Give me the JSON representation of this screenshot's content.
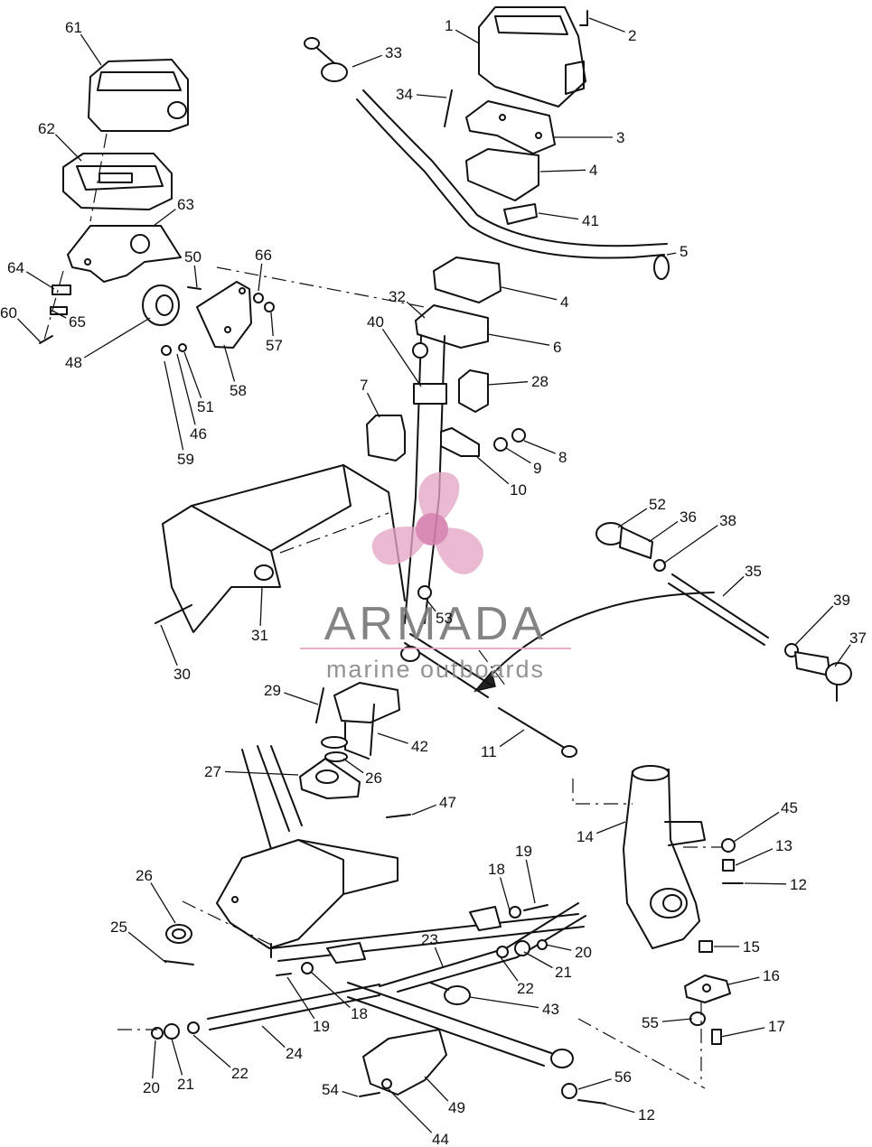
{
  "watermark": {
    "brand": "ARMADA",
    "tagline": "marine outboards",
    "pink": "#e4a6c6",
    "pink_dark": "#d77fae",
    "grey": "#7a7a7a"
  },
  "callouts": [
    {
      "n": "1"
    },
    {
      "n": "2"
    },
    {
      "n": "3"
    },
    {
      "n": "4"
    },
    {
      "n": "4"
    },
    {
      "n": "5"
    },
    {
      "n": "6"
    },
    {
      "n": "7"
    },
    {
      "n": "8"
    },
    {
      "n": "9"
    },
    {
      "n": "10"
    },
    {
      "n": "11"
    },
    {
      "n": "12"
    },
    {
      "n": "12"
    },
    {
      "n": "13"
    },
    {
      "n": "14"
    },
    {
      "n": "15"
    },
    {
      "n": "16"
    },
    {
      "n": "17"
    },
    {
      "n": "18"
    },
    {
      "n": "18"
    },
    {
      "n": "19"
    },
    {
      "n": "19"
    },
    {
      "n": "20"
    },
    {
      "n": "20"
    },
    {
      "n": "21"
    },
    {
      "n": "21"
    },
    {
      "n": "22"
    },
    {
      "n": "22"
    },
    {
      "n": "23"
    },
    {
      "n": "24"
    },
    {
      "n": "25"
    },
    {
      "n": "26"
    },
    {
      "n": "26"
    },
    {
      "n": "27"
    },
    {
      "n": "28"
    },
    {
      "n": "29"
    },
    {
      "n": "30"
    },
    {
      "n": "31"
    },
    {
      "n": "32"
    },
    {
      "n": "33"
    },
    {
      "n": "34"
    },
    {
      "n": "35"
    },
    {
      "n": "36"
    },
    {
      "n": "37"
    },
    {
      "n": "38"
    },
    {
      "n": "39"
    },
    {
      "n": "40"
    },
    {
      "n": "41"
    },
    {
      "n": "42"
    },
    {
      "n": "43"
    },
    {
      "n": "44"
    },
    {
      "n": "45"
    },
    {
      "n": "46"
    },
    {
      "n": "47"
    },
    {
      "n": "48"
    },
    {
      "n": "49"
    },
    {
      "n": "50"
    },
    {
      "n": "51"
    },
    {
      "n": "52"
    },
    {
      "n": "53"
    },
    {
      "n": "54"
    },
    {
      "n": "55"
    },
    {
      "n": "56"
    },
    {
      "n": "57"
    },
    {
      "n": "58"
    },
    {
      "n": "59"
    },
    {
      "n": "60"
    },
    {
      "n": "61"
    },
    {
      "n": "62"
    },
    {
      "n": "63"
    },
    {
      "n": "64"
    },
    {
      "n": "65"
    },
    {
      "n": "66"
    }
  ]
}
